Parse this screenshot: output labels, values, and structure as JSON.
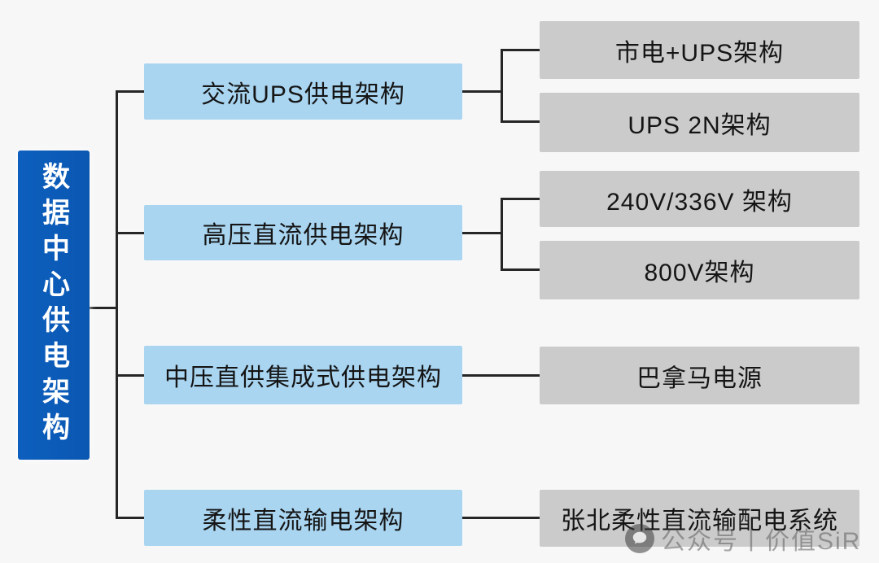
{
  "root": {
    "label": "数据中心供电架构"
  },
  "branches": [
    {
      "label": "交流UPS供电架构",
      "children": [
        {
          "label": "市电+UPS架构"
        },
        {
          "label": "UPS 2N架构"
        }
      ]
    },
    {
      "label": "高压直流供电架构",
      "children": [
        {
          "label": "240V/336V 架构"
        },
        {
          "label": "800V架构"
        }
      ]
    },
    {
      "label": "中压直供集成式供电架构",
      "children": [
        {
          "label": "巴拿马电源"
        }
      ]
    },
    {
      "label": "柔性直流输电架构",
      "children": [
        {
          "label": "张北柔性直流输配电系统"
        }
      ]
    }
  ],
  "watermark": {
    "icon": "chat-bubble-icon",
    "text": "公众号丨价值SiR"
  },
  "colors": {
    "background": "#f7f7f7",
    "root_blue": "#0d5fbe",
    "branch_blue": "#a9d5f1",
    "leaf_gray": "#cbcbcb",
    "line": "#262626"
  }
}
